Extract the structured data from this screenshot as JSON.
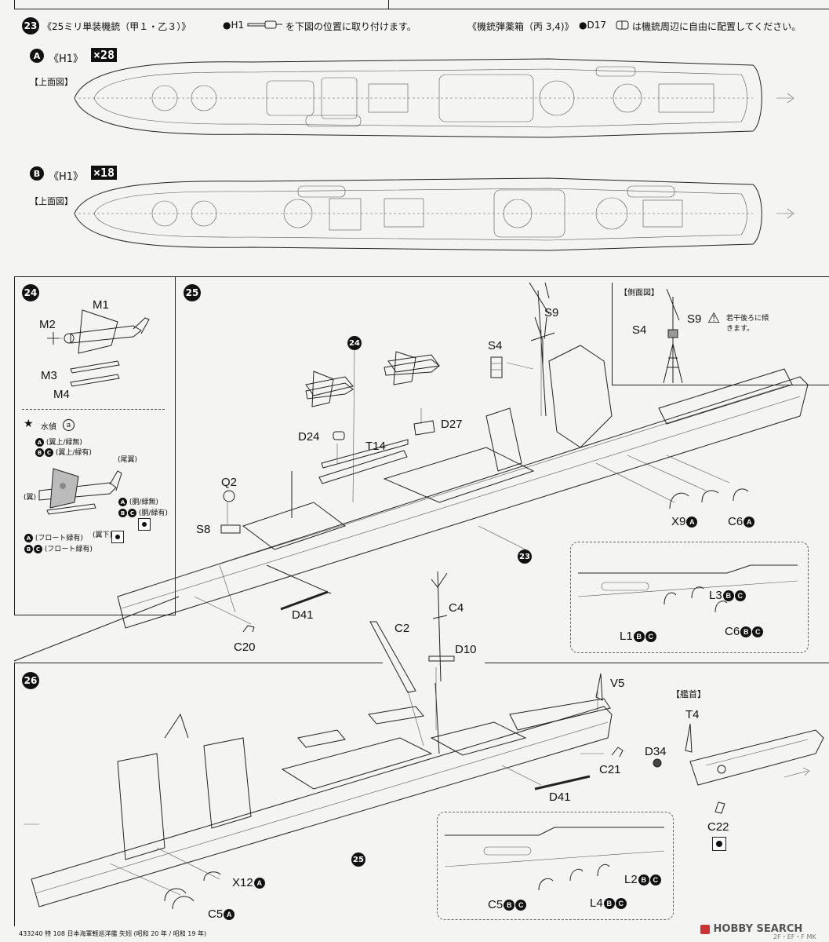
{
  "step23": {
    "num": "23",
    "title": "《25ミリ単装機銃（甲１・乙３）》",
    "instruction_prefix": "●H1",
    "instruction": "を下図の位置に取り付けます。",
    "ammo_title": "《機銃弾薬箱（丙 3,4)》",
    "ammo_instruction": "●D17",
    "ammo_instruction2": "は機銃周辺に自由に配置してください。",
    "A": {
      "letter": "A",
      "part": "《H1》",
      "qty": "×28",
      "view": "【上面図】"
    },
    "B": {
      "letter": "B",
      "part": "《H1》",
      "qty": "×18",
      "view": "【上面図】"
    }
  },
  "step24": {
    "num": "24",
    "parts": [
      "M1",
      "M2",
      "M3",
      "M4"
    ],
    "paint_note": "水偵",
    "paint_code": "a",
    "notes": {
      "a1": "(翼上/緑無)",
      "bc1": "(翼上/緑有)",
      "tail": "(尾翼)",
      "wing": "(翼)",
      "a2": "(胴/緑無)",
      "bc2": "(胴/緑有)",
      "under": "(翼下)",
      "a3": "(フロート緑有)",
      "bc3": "(フロート緑有)"
    }
  },
  "step25": {
    "num": "25",
    "sideview": "【側面図】",
    "caution": "若干後ろに傾きます。",
    "labels": {
      "s9": "S9",
      "s4": "S4",
      "s9b": "S9",
      "s4b": "S4",
      "step24ref": "24",
      "d27": "D27",
      "d24": "D24",
      "t14": "T14",
      "q2": "Q2",
      "s8": "S8",
      "d41": "D41",
      "c20": "C20",
      "x9": "X9",
      "c6": "C6",
      "step23ref": "23",
      "l3": "L3",
      "l1": "L1",
      "c6b": "C6"
    }
  },
  "step26": {
    "num": "26",
    "labels": {
      "c4": "C4",
      "c2": "C2",
      "d10": "D10",
      "v5": "V5",
      "c21": "C21",
      "d41": "D41",
      "kanshu": "【艦首】",
      "t4": "T4",
      "d34": "D34",
      "c22": "C22",
      "x12": "X12",
      "c5": "C5",
      "step25ref": "25",
      "l2": "L2",
      "l4": "L4",
      "c5b": "C5"
    }
  },
  "footer": {
    "code": "433240",
    "series": "特 108",
    "name": "日本海軍軽巡洋艦 矢矧",
    "era": "(昭和 20 年 / 昭和 19 年)",
    "brand": "HOBBY SEARCH",
    "page": "2F・EF・F MK"
  }
}
